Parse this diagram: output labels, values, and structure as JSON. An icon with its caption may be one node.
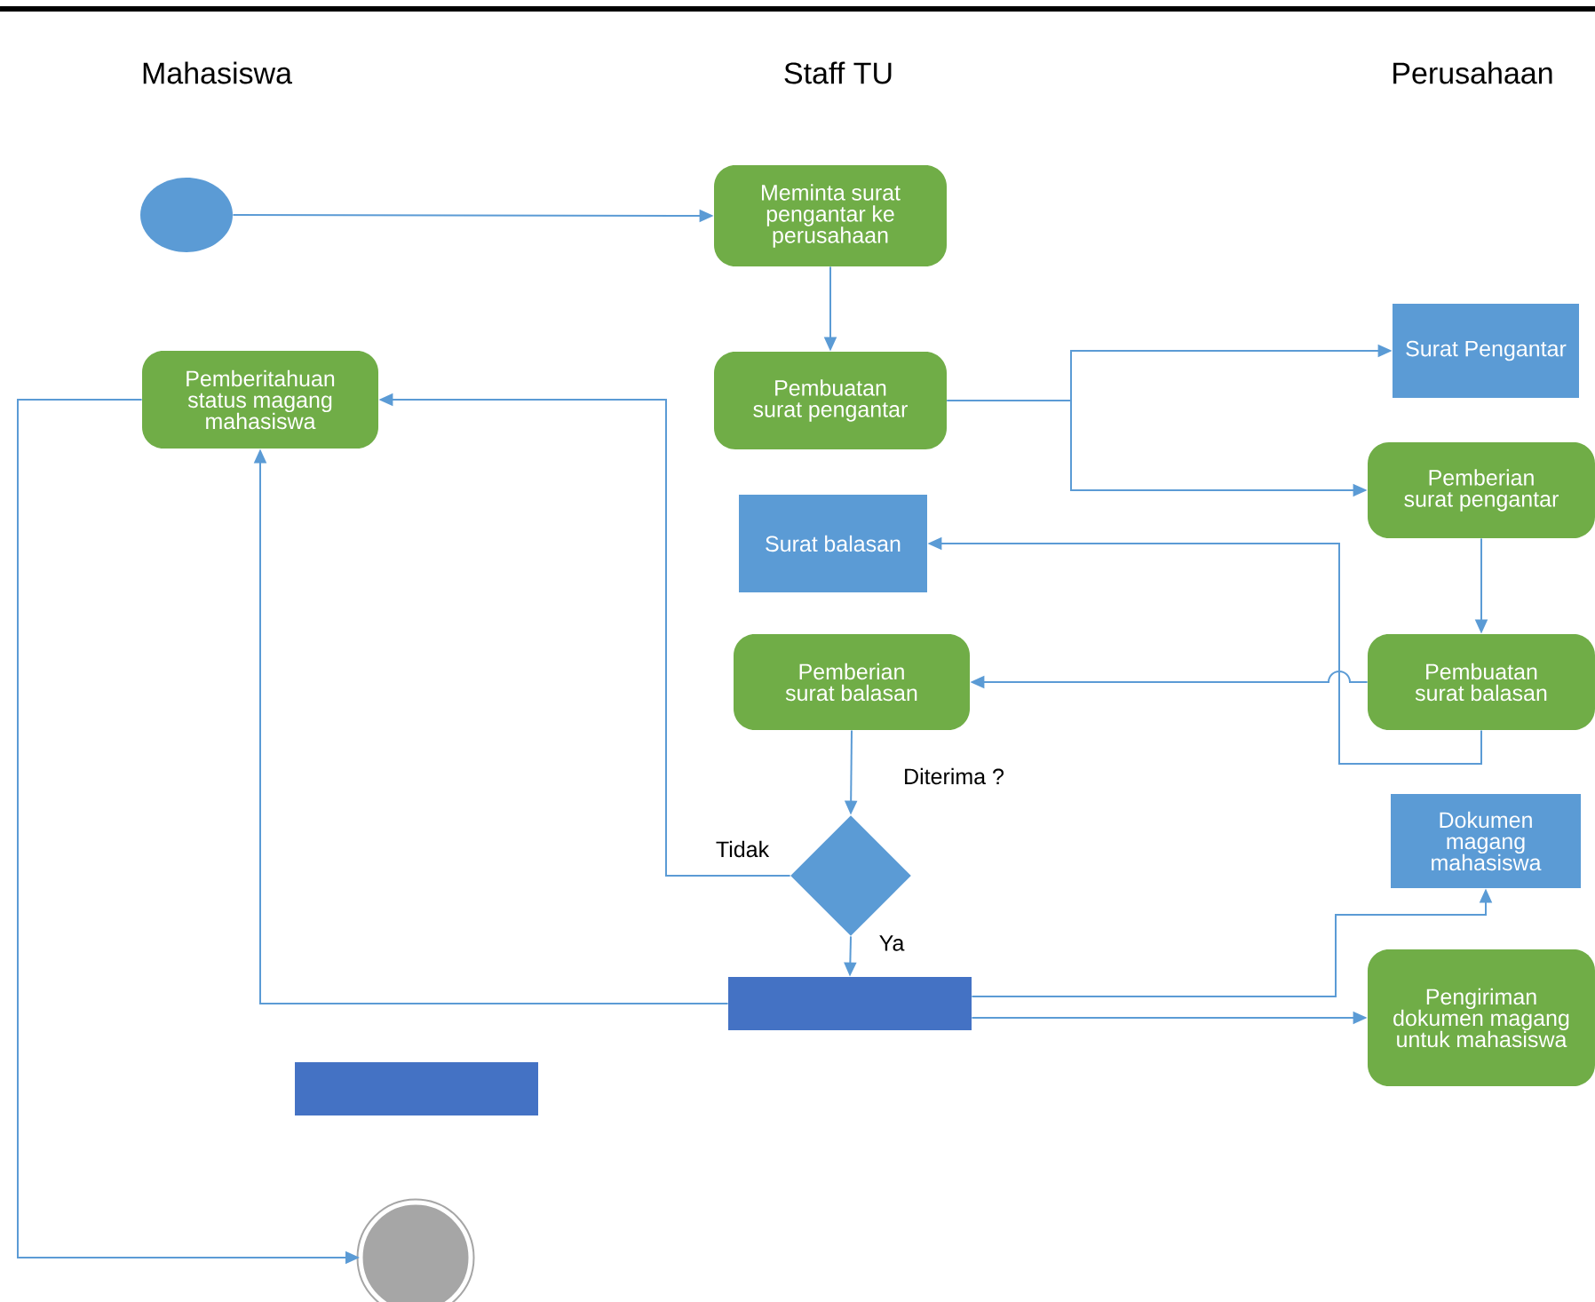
{
  "diagram": {
    "nodes": [
      {
        "text": [],
        "shape": "circle"
      },
      {
        "text": [
          "Meminta surat pengantar ke perusahaan"
        ]
      },
      {
        "text": [
          "Pembuatan surat pengantar"
        ]
      },
      {
        "text": [
          "Surat Pengantar"
        ]
      },
      {
        "text": [
          "Pemberian surat pengantar"
        ]
      },
      {
        "text": [
          "Pemberitahuan status magang mahasiswa"
        ]
      },
      {
        "text": [
          "Surat balasan"
        ]
      },
      {
        "text": [
          "Pembuatan surat balasan"
        ]
      },
      {
        "text": [
          "Pemberian surat balasan"
        ]
      },
      {
        "text": [],
        "shape": "diamond",
        "beside": [
          "Diterima ?"
        ]
      },
      {
        "text": [
          "Dokumen magang mahasiswa"
        ]
      },
      {
        "text": [],
        "shape": "bar"
      },
      {
        "text": [
          "Pengiriman dokumen magang untuk mahasiswa"
        ]
      },
      {
        "text": [],
        "shape": "bar"
      },
      {
        "text": [],
        "shape": "circle"
      }
    ],
    "edges": [
      {
        "from": 0,
        "to": 1,
        "arrow": "to"
      },
      {
        "from": 1,
        "to": 2,
        "arrow": "to"
      },
      {
        "from": 2,
        "to": 3,
        "arrow": "to"
      },
      {
        "from": 2,
        "to": 4,
        "arrow": "to"
      },
      {
        "from": 4,
        "to": 7,
        "arrow": "to"
      },
      {
        "from": 7,
        "to": 8,
        "arrow": "to"
      },
      {
        "from": 7,
        "to": 6,
        "arrow": "to"
      },
      {
        "from": 8,
        "to": 9,
        "arrow": "to"
      },
      {
        "from": 9,
        "to": 5,
        "arrow": "to",
        "label": "Tidak"
      },
      {
        "from": 9,
        "to": 11,
        "arrow": "to",
        "label": "Ya"
      },
      {
        "from": 11,
        "to": 5,
        "arrow": "to"
      },
      {
        "from": 11,
        "to": 10,
        "arrow": "to"
      },
      {
        "from": 11,
        "to": 12,
        "arrow": "to"
      },
      {
        "from": 5,
        "to": 14,
        "arrow": "to"
      }
    ],
    "labels": [
      "Mahasiswa",
      "Staff TU",
      "Perusahaan"
    ]
  }
}
